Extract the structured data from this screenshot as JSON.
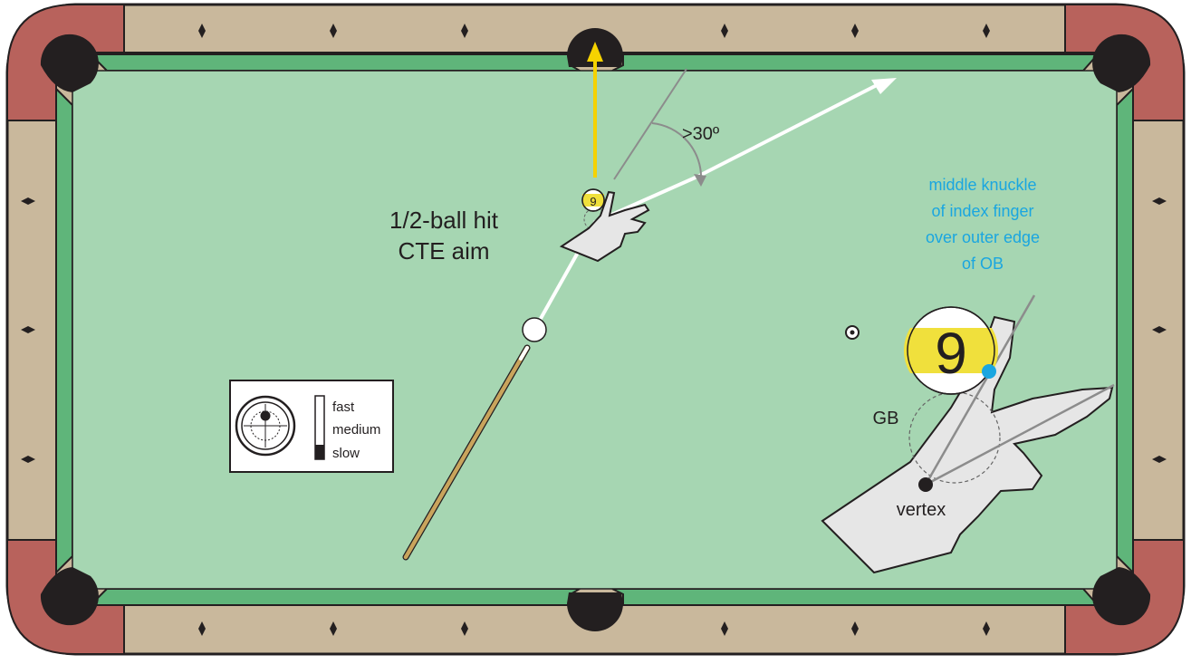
{
  "diagram": {
    "shot_label_line1": "1/2-ball hit",
    "shot_label_line2": "CTE aim",
    "angle_label": ">30º",
    "instruction_lines": [
      "middle knuckle",
      "of index finger",
      "over outer edge",
      "of OB"
    ],
    "ghost_ball_label": "GB",
    "vertex_label": "vertex",
    "object_ball_number": "9",
    "inset_ball_number": "9"
  },
  "speed_legend": {
    "levels": [
      "fast",
      "medium",
      "slow"
    ],
    "selected": "slow"
  },
  "colors": {
    "cloth": "#a6d6b2",
    "rail_wood": "#c9b89c",
    "corner_wood": "#b8625c",
    "cushion": "#5fb57a",
    "pocket": "#231f20",
    "object_ball_stripe": "#f0e03c",
    "object_path_arrow": "#f5d200",
    "instruction_text": "#1aa6e0",
    "knuckle_dot": "#1aa6e0",
    "hand_fill": "#e6e6e6",
    "cue_stick": "#c9a45c"
  }
}
